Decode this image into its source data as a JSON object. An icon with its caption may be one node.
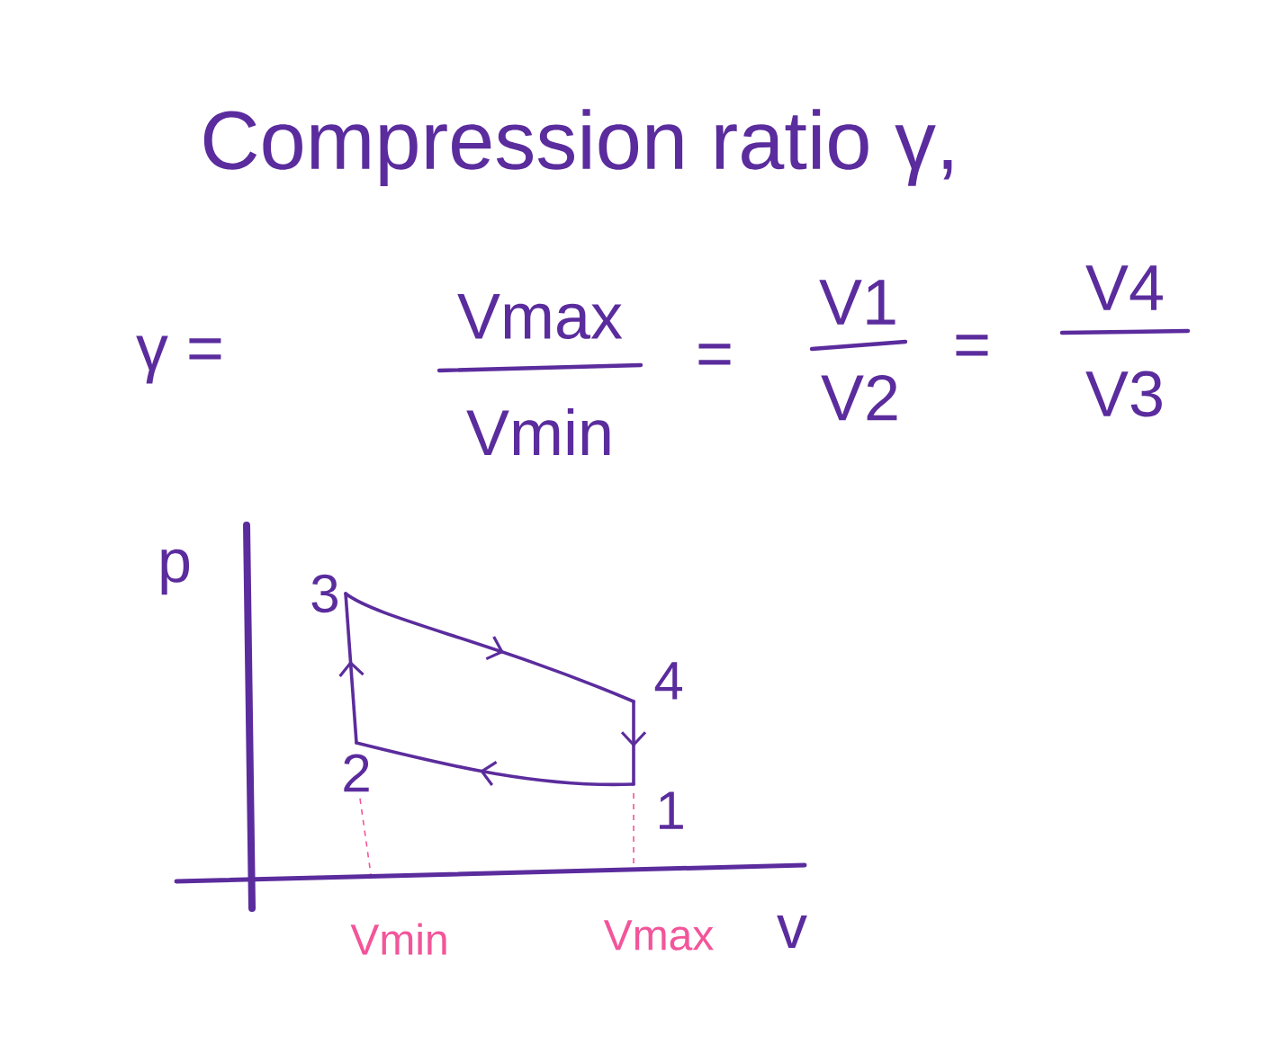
{
  "diagram": {
    "title": "Compression ratio γ,",
    "nodes": [
      {
        "text": [
          "3"
        ]
      },
      {
        "text": [
          "4"
        ]
      },
      {
        "text": [
          "2"
        ]
      },
      {
        "text": [
          "1"
        ]
      }
    ],
    "edges": [
      {
        "from": 3,
        "to": 2,
        "arrow": "to"
      },
      {
        "from": 2,
        "to": 0,
        "arrow": "to"
      },
      {
        "from": 0,
        "to": 1,
        "arrow": "to"
      },
      {
        "from": 1,
        "to": 3,
        "arrow": "to"
      }
    ],
    "labels": [
      "γ =",
      "Vmax",
      "Vmin",
      "=",
      "V1",
      "V2",
      "=",
      "V4",
      "V3",
      "p",
      "Vmin",
      "Vmax",
      "v"
    ]
  }
}
